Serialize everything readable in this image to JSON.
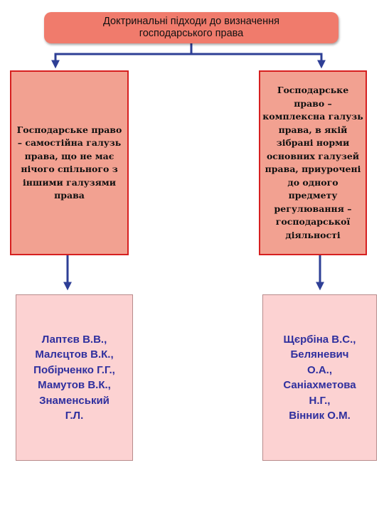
{
  "title": "Доктринальні підходи до визначення\nгосподарського права",
  "left_concept": "Господарське право – самостійна галузь права, що не має нічого спільного з іншими галузями права",
  "right_concept": "Господарське право – комплексна галузь права, в якій зібрані норми основних галузей права, приурочені до одного предмету регулювання – господарської діяльності",
  "left_authors": "Лаптєв В.В.,\nМалєцтов В.К.,\nПобірченко Г.Г.,\nМамутов В.К.,\nЗнаменський\nГ.Л.",
  "right_authors": "Щєрбіна В.С.,\nБеляневич\nО.А.,\nСаніахметова\nН.Г.,\nВінник О.М.",
  "colors": {
    "title_fill": "#f07b6c",
    "concept_fill": "#f2a191",
    "concept_border": "#d62020",
    "author_fill": "#fcd2d2",
    "author_text": "#2e2f9e",
    "connector": "#2e3f96"
  }
}
